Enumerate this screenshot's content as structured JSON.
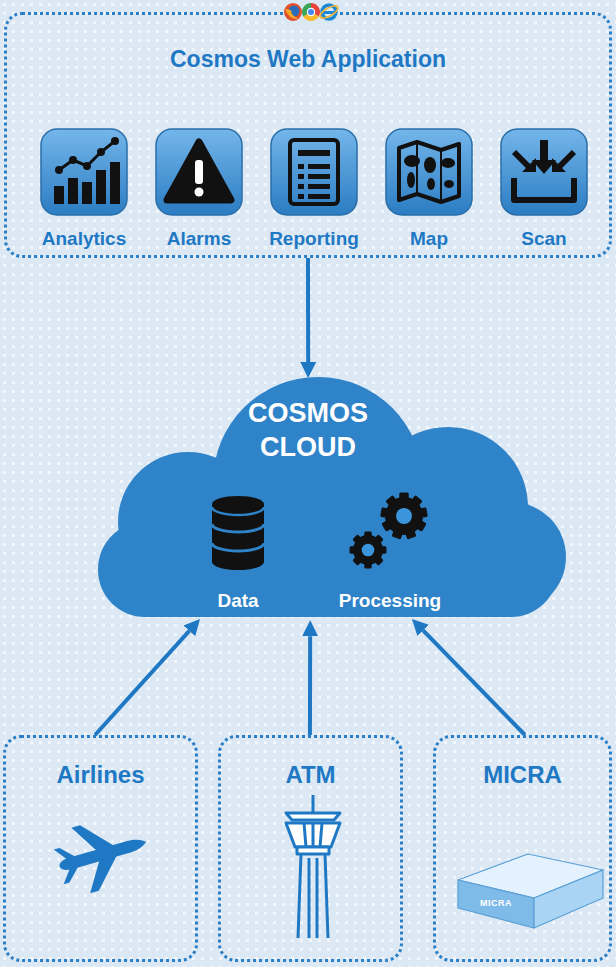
{
  "diagram": {
    "nodes": [
      {
        "text": [
          "Cosmos Web Application"
        ]
      },
      {
        "text": [
          "Analytics"
        ],
        "in": 0
      },
      {
        "text": [
          "Alarms"
        ],
        "in": 0
      },
      {
        "text": [
          "Reporting"
        ],
        "in": 0
      },
      {
        "text": [
          "Map"
        ],
        "in": 0
      },
      {
        "text": [
          "Scan"
        ],
        "in": 0
      },
      {
        "text": [
          "COSMOS CLOUD"
        ]
      },
      {
        "text": [
          "Data"
        ],
        "in": 6
      },
      {
        "text": [
          "Processing"
        ],
        "in": 6
      },
      {
        "text": [
          "Airlines"
        ]
      },
      {
        "text": [
          "ATM"
        ]
      },
      {
        "text": [
          "MICRA"
        ]
      }
    ],
    "edges": [
      {
        "from": 0,
        "to": 6,
        "arrow": "to"
      },
      {
        "from": 9,
        "to": 6,
        "arrow": "to"
      },
      {
        "from": 10,
        "to": 6,
        "arrow": "to"
      },
      {
        "from": 11,
        "to": 6,
        "arrow": "to"
      }
    ],
    "labels": [
      "MICRA"
    ]
  }
}
